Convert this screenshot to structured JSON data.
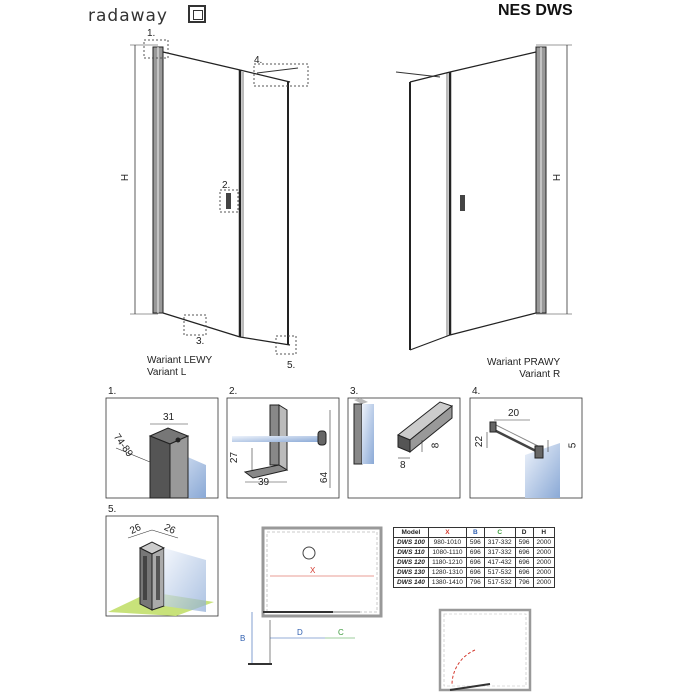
{
  "header": {
    "brand": "radaway",
    "product": "NES DWS"
  },
  "main_views": {
    "left": {
      "caption1": "Wariant LEWY",
      "caption2": "Variant L",
      "height_label": "H"
    },
    "right": {
      "caption1": "Wariant PRAWY",
      "caption2": "Variant R",
      "height_label": "H"
    }
  },
  "callouts": [
    "1.",
    "2.",
    "3.",
    "4.",
    "5."
  ],
  "details": [
    {
      "number": "1.",
      "dims": [
        "31",
        "74-89"
      ]
    },
    {
      "number": "2.",
      "dims": [
        "27",
        "39",
        "64"
      ]
    },
    {
      "number": "3.",
      "dims": [
        "8",
        "8"
      ]
    },
    {
      "number": "4.",
      "dims": [
        "20",
        "22",
        "5"
      ]
    },
    {
      "number": "5.",
      "dims": [
        "26",
        "26"
      ]
    }
  ],
  "plan": {
    "x": "X",
    "b": "B",
    "d": "D",
    "c": "C"
  },
  "table": {
    "headers": [
      "Model",
      "X",
      "B",
      "C",
      "D",
      "H"
    ],
    "header_colors": [
      "#222222",
      "#d43a2f",
      "#2f5fb0",
      "#3c9a3c",
      "#222222",
      "#222222"
    ],
    "rows": [
      [
        "DWS 100",
        "980-1010",
        "596",
        "317-332",
        "596",
        "2000"
      ],
      [
        "DWS 110",
        "1080-1110",
        "696",
        "317-332",
        "696",
        "2000"
      ],
      [
        "DWS 120",
        "1180-1210",
        "696",
        "417-432",
        "696",
        "2000"
      ],
      [
        "DWS 130",
        "1280-1310",
        "696",
        "517-532",
        "696",
        "2000"
      ],
      [
        "DWS 140",
        "1380-1410",
        "796",
        "517-532",
        "796",
        "2000"
      ]
    ]
  }
}
